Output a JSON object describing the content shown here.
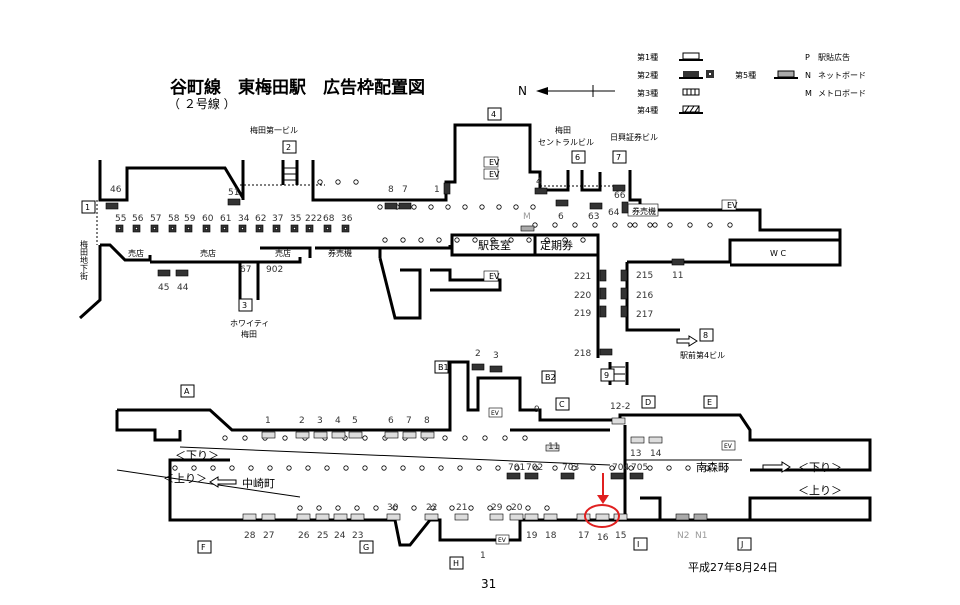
{
  "title": "谷町線　東梅田駅　広告枠配置図",
  "subtitle": "（ ２号線 ）",
  "north": "N",
  "legend": {
    "types": [
      "第1種",
      "第2種",
      "第3種",
      "第4種",
      "第5種"
    ],
    "codes": [
      {
        "code": "P",
        "label": "駅貼広告"
      },
      {
        "code": "N",
        "label": "ネットボード"
      },
      {
        "code": "M",
        "label": "メトロボード"
      }
    ]
  },
  "upper": {
    "exits": [
      "1",
      "2",
      "3",
      "4",
      "6",
      "7",
      "8",
      "9"
    ],
    "places": [
      "梅田第一ビル",
      "ホワイティ",
      "梅田",
      "梅田",
      "セントラルビル",
      "日興証券ビル",
      "駅前第4ビル",
      "梅田地下街"
    ],
    "rooms": [
      "売店",
      "売店",
      "売店",
      "券売機",
      "駅長室",
      "定期券",
      "券売機",
      "W C",
      "EV",
      "EV",
      "EV",
      "EV"
    ],
    "ads": [
      "46",
      "51",
      "8",
      "7",
      "1",
      "4",
      "6",
      "63",
      "66",
      "64",
      "55",
      "56",
      "57",
      "58",
      "59",
      "60",
      "61",
      "34",
      "62",
      "37",
      "35",
      "222",
      "68",
      "36",
      "45",
      "44",
      "67",
      "902",
      "221",
      "220",
      "219",
      "215",
      "216",
      "217",
      "11",
      "218",
      "M"
    ]
  },
  "lower": {
    "exits": [
      "A",
      "B1",
      "B2",
      "C",
      "D",
      "E",
      "F",
      "G",
      "H",
      "I",
      "J"
    ],
    "ads": [
      "1",
      "2",
      "3",
      "4",
      "5",
      "6",
      "7",
      "8",
      "2",
      "3",
      "9",
      "11",
      "12-2",
      "13",
      "14",
      "701",
      "702",
      "703",
      "704",
      "705",
      "30",
      "22",
      "21",
      "29",
      "20",
      "28",
      "27",
      "26",
      "25",
      "24",
      "23",
      "19",
      "18",
      "17",
      "16",
      "15",
      "N2",
      "N1",
      "1"
    ],
    "directions": [
      "＜下り＞",
      "＜上り＞",
      "中崎町",
      "南森町",
      "＜下り＞",
      "＜上り＞"
    ],
    "rooms": [
      "EV",
      "EV",
      "EV"
    ],
    "highlighted_ad": "16"
  },
  "date": "平成27年8月24日",
  "page": "31",
  "colors": {
    "highlight": "#e02020",
    "type2": "#333333",
    "type1": "#dddddd",
    "type5": "#aaaaaa"
  }
}
